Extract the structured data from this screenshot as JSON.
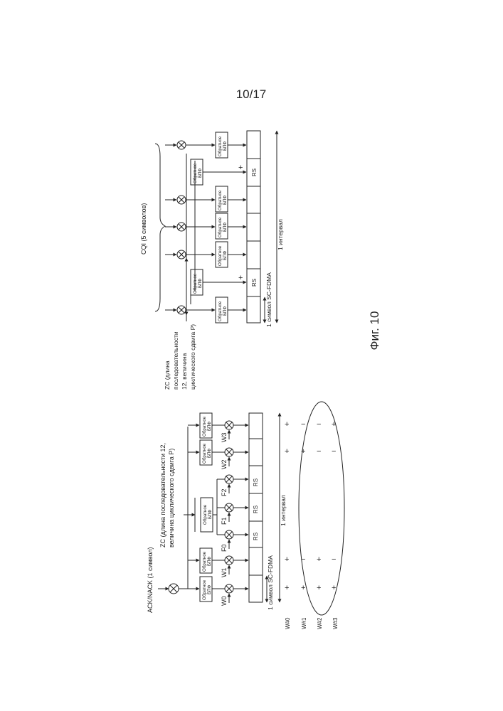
{
  "page_number": "10/17",
  "figure_caption": "Фиг. 10",
  "left_diagram": {
    "top_label": "ACK/NACK (1 символ)",
    "zc_label_line1": "ZC (длина последовательности 12,",
    "zc_label_line2": "величина циклического сдвига P)",
    "ifft_line1": "Обратное",
    "ifft_line2": "БПФ",
    "walsh": [
      "W0",
      "W1",
      "W2",
      "W3"
    ],
    "walsh_sub": [
      "0",
      "1",
      "2",
      "3"
    ],
    "dft": [
      "F0",
      "F1",
      "F2"
    ],
    "dft_sub": [
      "0",
      "1",
      "2"
    ],
    "rs": "RS",
    "symbol_label": "1 символ SC-FDMA",
    "interval_label": "1 интервал",
    "row_labels": [
      "W#0",
      "W#1",
      "W#2",
      "W#3"
    ],
    "signs": [
      [
        "+",
        "+",
        "+",
        "+"
      ],
      [
        "+",
        "−",
        "+",
        "−"
      ],
      [
        "+",
        "+",
        "−",
        "−"
      ],
      [
        "+",
        "−",
        "−",
        "+"
      ]
    ]
  },
  "right_diagram": {
    "cqi_label": "CQI (5 символов)",
    "zc_line1": "ZC (длина",
    "zc_line2": "последовательности",
    "zc_line3": "12, величина",
    "zc_line4": "циклического сдвига P)",
    "ifft_line1": "Обратное",
    "ifft_line2": "БПФ",
    "plus": "+",
    "rs": "RS",
    "symbol_label": "1 символ SC-FDMA",
    "interval_label": "1 интервал"
  }
}
